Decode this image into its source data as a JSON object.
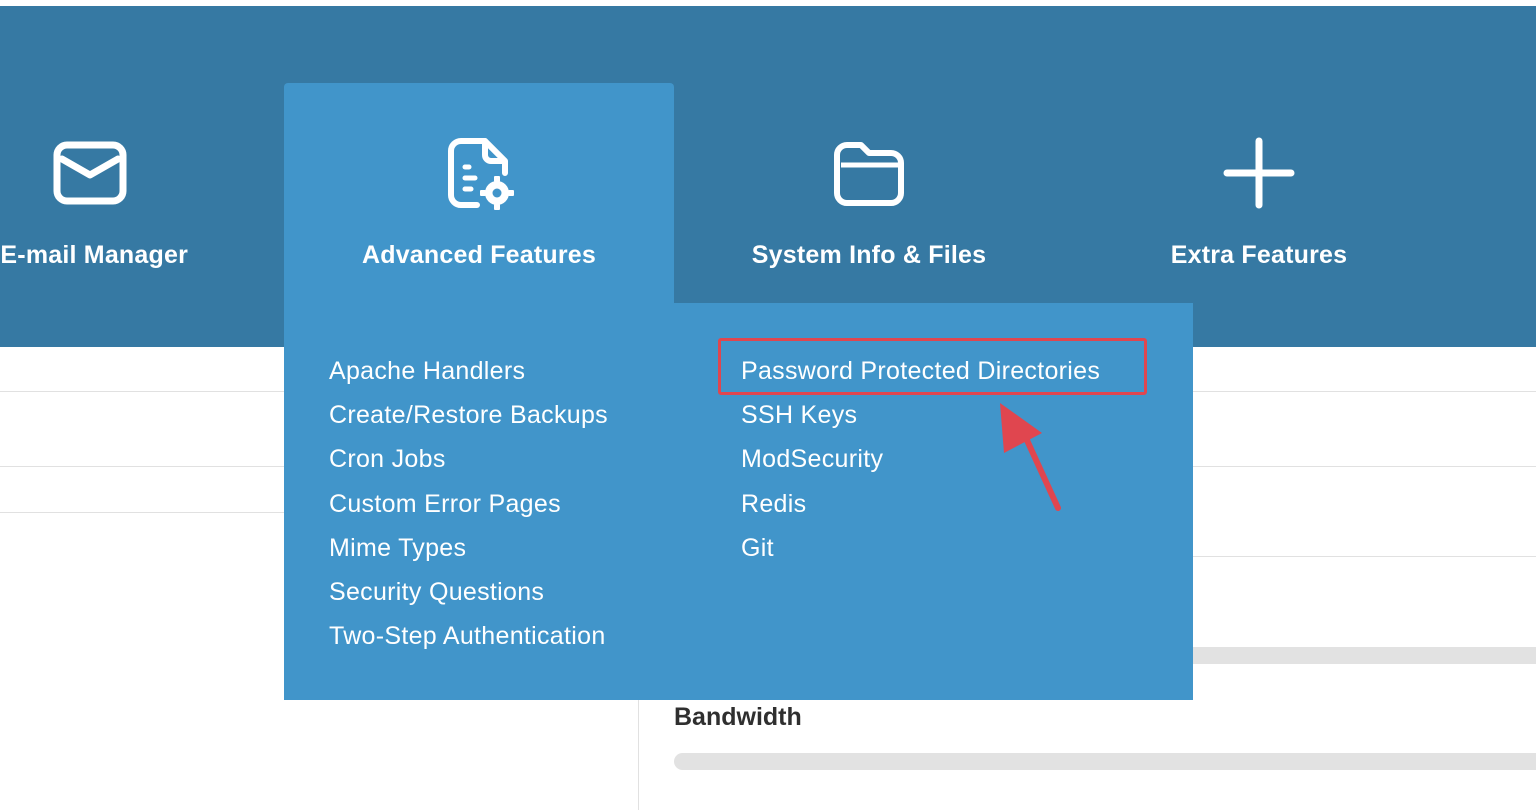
{
  "nav": {
    "items": [
      {
        "label": "E-mail Manager",
        "icon": "envelope-icon"
      },
      {
        "label": "Advanced Features",
        "icon": "document-gear-icon",
        "active": true
      },
      {
        "label": "System Info & Files",
        "icon": "folder-icon"
      },
      {
        "label": "Extra Features",
        "icon": "plus-icon"
      }
    ]
  },
  "dropdown": {
    "left_column": [
      "Apache Handlers",
      "Create/Restore Backups",
      "Cron Jobs",
      "Custom Error Pages",
      "Mime Types",
      "Security Questions",
      "Two-Step Authentication"
    ],
    "right_column": [
      "Password Protected Directories",
      "SSH Keys",
      "ModSecurity",
      "Redis",
      "Git"
    ],
    "highlighted_item": "Password Protected Directories"
  },
  "content": {
    "bandwidth_title": "Bandwidth"
  },
  "colors": {
    "navbar": "#3679a3",
    "active_panel": "#4195ca",
    "highlight": "#e0464f"
  }
}
